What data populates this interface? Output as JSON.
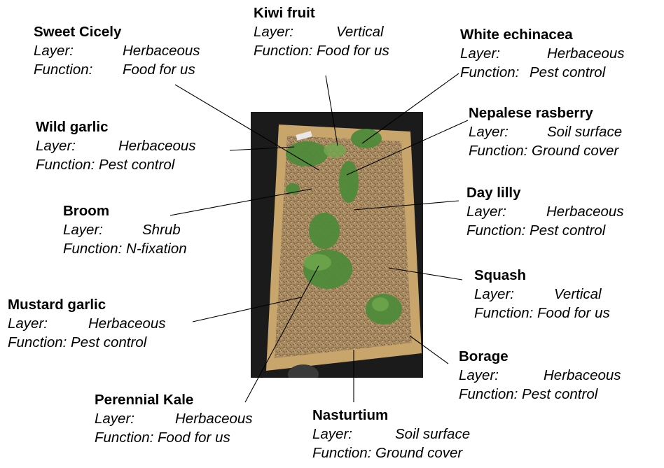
{
  "plants": [
    {
      "id": "sweet-cicely",
      "name": "Sweet Cicely",
      "layer": "Herbaceous",
      "function": "Food for us"
    },
    {
      "id": "kiwi-fruit",
      "name": "Kiwi fruit",
      "layer": "Vertical",
      "function": "Food for us"
    },
    {
      "id": "white-echinacea",
      "name": "White echinacea",
      "layer": "Herbaceous",
      "function": "Pest control"
    },
    {
      "id": "wild-garlic",
      "name": "Wild garlic",
      "layer": "Herbaceous",
      "function": "Pest control"
    },
    {
      "id": "nepalese-rasberry",
      "name": "Nepalese rasberry",
      "layer": "Soil surface",
      "function": "Ground cover"
    },
    {
      "id": "broom",
      "name": "Broom",
      "layer": "Shrub",
      "function": "N-fixation"
    },
    {
      "id": "day-lilly",
      "name": "Day lilly",
      "layer": "Herbaceous",
      "function": "Pest control"
    },
    {
      "id": "squash",
      "name": "Squash",
      "layer": "Vertical",
      "function": "Food for us"
    },
    {
      "id": "mustard-garlic",
      "name": "Mustard garlic",
      "layer": "Herbaceous",
      "function": "Pest control"
    },
    {
      "id": "borage",
      "name": "Borage",
      "layer": "Herbaceous",
      "function": "Pest control"
    },
    {
      "id": "perennial-kale",
      "name": "Perennial Kale",
      "layer": "Herbaceous",
      "function": "Food for us"
    },
    {
      "id": "nasturtium",
      "name": "Nasturtium",
      "layer": "Soil surface",
      "function": "Ground cover"
    }
  ],
  "labels": {
    "layer": "Layer:",
    "function_func": "Function:"
  },
  "photo": {
    "mulch_color": "#a98b62",
    "frame_color": "#c8a56a",
    "leaf_color": "#4f8a3a"
  }
}
